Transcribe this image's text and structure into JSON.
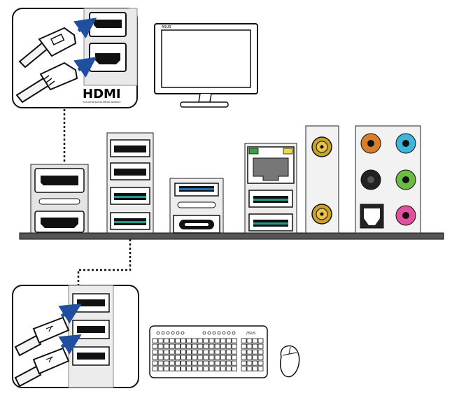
{
  "hdmi_inset": {
    "logo_text": "HDMI",
    "tag_text": "HIGH-DEFINITION MULTIMEDIA INTERFACE"
  },
  "monitor": {
    "brand_label": "ASUS"
  },
  "keyboard": {
    "brand_label": "/ISUS"
  },
  "colors": {
    "usb3_blue": "#2a6db5",
    "usb_teal": "#1f9b8a",
    "lan_led_green": "#3aa13a",
    "lan_led_yellow": "#e8d84a",
    "antenna_gold": "#c9a227",
    "audio_orange": "#d87f2a",
    "audio_blue": "#3fb6d9",
    "audio_black": "#222222",
    "audio_green": "#6dbb45",
    "audio_pink": "#e0509c",
    "arrow_blue": "#1f4f9e"
  },
  "icons": [
    "hdmi-plug-icon",
    "displayport-plug-icon",
    "usb-plug-icon",
    "monitor-icon",
    "keyboard-icon",
    "mouse-icon",
    "arrow-icon"
  ]
}
